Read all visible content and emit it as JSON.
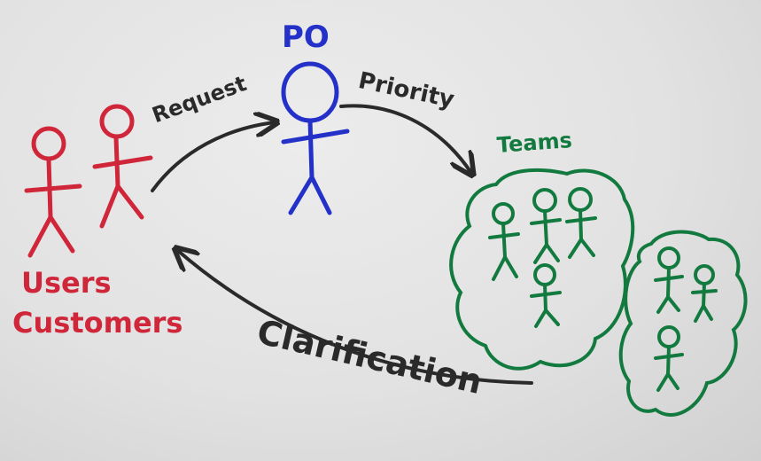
{
  "diagram": {
    "labels": {
      "po": "PO",
      "request": "Request",
      "priority": "Priority",
      "teams": "Teams",
      "users": "Users",
      "customers": "Customers",
      "clarification": "Clarification"
    },
    "colors": {
      "users": "#d0263a",
      "po": "#2431c9",
      "teams": "#127a3f",
      "arrows": "#2a2a2a"
    }
  }
}
